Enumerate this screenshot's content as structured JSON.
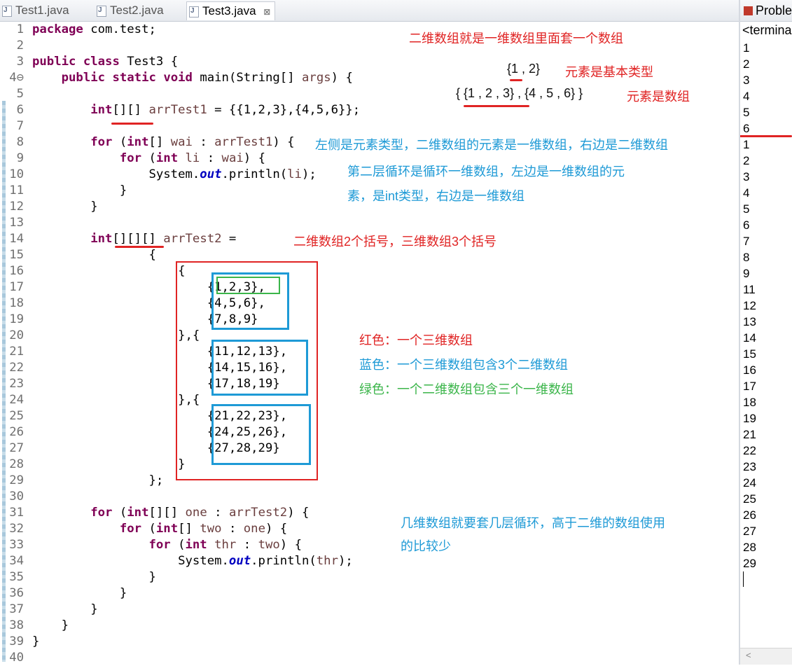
{
  "tabs": [
    {
      "label": "Test1.java",
      "active": false
    },
    {
      "label": "Test2.java",
      "active": false
    },
    {
      "label": "Test3.java",
      "active": true,
      "close": "⊠"
    }
  ],
  "code_lines": [
    {
      "n": "1",
      "html": "<span class='kw'>package</span> com.test;"
    },
    {
      "n": "2",
      "html": ""
    },
    {
      "n": "3",
      "html": "<span class='kw'>public</span> <span class='kw'>class</span> Test3 {"
    },
    {
      "n": "4⊖",
      "html": "    <span class='kw'>public</span> <span class='kw'>static</span> <span class='kw'>void</span> main(String[] <span class='var'>args</span>) {"
    },
    {
      "n": "5",
      "html": ""
    },
    {
      "n": "6",
      "html": "        <span class='kw'>int</span>[][] <span class='var'>arrTest1</span> = {{1,2,3},{4,5,6}};"
    },
    {
      "n": "7",
      "html": ""
    },
    {
      "n": "8",
      "html": "        <span class='kw'>for</span> (<span class='kw'>int</span>[] <span class='var'>wai</span> : <span class='var'>arrTest1</span>) {"
    },
    {
      "n": "9",
      "html": "            <span class='kw'>for</span> (<span class='kw'>int</span> <span class='var'>li</span> : <span class='var'>wai</span>) {"
    },
    {
      "n": "10",
      "html": "                System.<span class='fld'>out</span>.println(<span class='var'>li</span>);"
    },
    {
      "n": "11",
      "html": "            }"
    },
    {
      "n": "12",
      "html": "        }"
    },
    {
      "n": "13",
      "html": ""
    },
    {
      "n": "14",
      "html": "        <span class='kw'>int</span>[][][] <span class='var'>arrTest2</span> ="
    },
    {
      "n": "15",
      "html": "                {"
    },
    {
      "n": "16",
      "html": "                    {"
    },
    {
      "n": "17",
      "html": "                        {1,2,3},"
    },
    {
      "n": "18",
      "html": "                        {4,5,6},"
    },
    {
      "n": "19",
      "html": "                        {7,8,9}"
    },
    {
      "n": "20",
      "html": "                    },{"
    },
    {
      "n": "21",
      "html": "                        {11,12,13},"
    },
    {
      "n": "22",
      "html": "                        {14,15,16},"
    },
    {
      "n": "23",
      "html": "                        {17,18,19}"
    },
    {
      "n": "24",
      "html": "                    },{"
    },
    {
      "n": "25",
      "html": "                        {21,22,23},"
    },
    {
      "n": "26",
      "html": "                        {24,25,26},"
    },
    {
      "n": "27",
      "html": "                        {27,28,29}"
    },
    {
      "n": "28",
      "html": "                    }"
    },
    {
      "n": "29",
      "html": "                };"
    },
    {
      "n": "30",
      "html": ""
    },
    {
      "n": "31",
      "html": "        <span class='kw'>for</span> (<span class='kw'>int</span>[][] <span class='var'>one</span> : <span class='var'>arrTest2</span>) {"
    },
    {
      "n": "32",
      "html": "            <span class='kw'>for</span> (<span class='kw'>int</span>[] <span class='var'>two</span> : <span class='var'>one</span>) {"
    },
    {
      "n": "33",
      "html": "                <span class='kw'>for</span> (<span class='kw'>int</span> <span class='var'>thr</span> : <span class='var'>two</span>) {"
    },
    {
      "n": "34",
      "html": "                    System.<span class='fld'>out</span>.println(<span class='var'>thr</span>);"
    },
    {
      "n": "35",
      "html": "                }"
    },
    {
      "n": "36",
      "html": "            }"
    },
    {
      "n": "37",
      "html": "        }"
    },
    {
      "n": "38",
      "html": "    }"
    },
    {
      "n": "39",
      "html": "}"
    },
    {
      "n": "40",
      "html": ""
    }
  ],
  "notes": {
    "n1": "二维数组就是一维数组里面套一个数组",
    "ex1": "{1 , 2}",
    "ex1_desc": "元素是基本类型",
    "ex2": "{ {1 , 2 , 3} , {4 , 5 , 6} }",
    "ex2_desc": "元素是数组",
    "n_for1": "左侧是元素类型，二维数组的元素是一维数组，右边是二维数组",
    "n_for2a": "第二层循环是循环一维数组，左边是一维数组的元",
    "n_for2b": "素，是int类型，右边是一维数组",
    "n_brackets": "二维数组2个括号，三维数组3个括号",
    "legend_red": "红色：一个三维数组",
    "legend_blue": "蓝色：一个三维数组包含3个二维数组",
    "legend_green": "绿色：一个二维数组包含三个一维数组",
    "n_loop_a": "几维数组就要套几层循环，高于二维的数组使用",
    "n_loop_b": "的比较少"
  },
  "colors": {
    "red": "#e02424",
    "blue": "#1e9ad6",
    "green": "#3bb54a",
    "keyword": "#7f0055",
    "variable": "#6a3e3e",
    "field": "#0000c0"
  },
  "console": {
    "tab_label": "Proble",
    "terminated": "<termina",
    "output": [
      "1",
      "2",
      "3",
      "4",
      "5",
      "6",
      "1",
      "2",
      "3",
      "4",
      "5",
      "6",
      "7",
      "8",
      "9",
      "11",
      "12",
      "13",
      "14",
      "15",
      "16",
      "17",
      "18",
      "19",
      "21",
      "22",
      "23",
      "24",
      "25",
      "26",
      "27",
      "28",
      "29"
    ]
  }
}
